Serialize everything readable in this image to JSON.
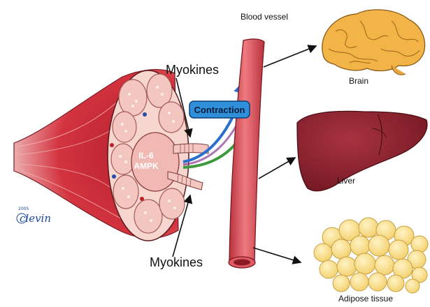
{
  "labels": {
    "blood_vessel": "Blood vessel",
    "brain": "Brain",
    "liver": "Liver",
    "adipose": "Adipose tissue",
    "myokines_top": "Myokines",
    "myokines_bottom": "Myokines",
    "contraction": "Contraction",
    "il6": "IL-6",
    "ampk": "AMPK"
  },
  "signature": {
    "year": "2005",
    "name": "clevin"
  },
  "colors": {
    "muscle": "#c8283a",
    "vessel": "#d94f5c",
    "brain": "#f2b447",
    "liver": "#8e1f2a",
    "adipose": "#f7dc8c",
    "contraction_box": "#2f8fd8"
  }
}
